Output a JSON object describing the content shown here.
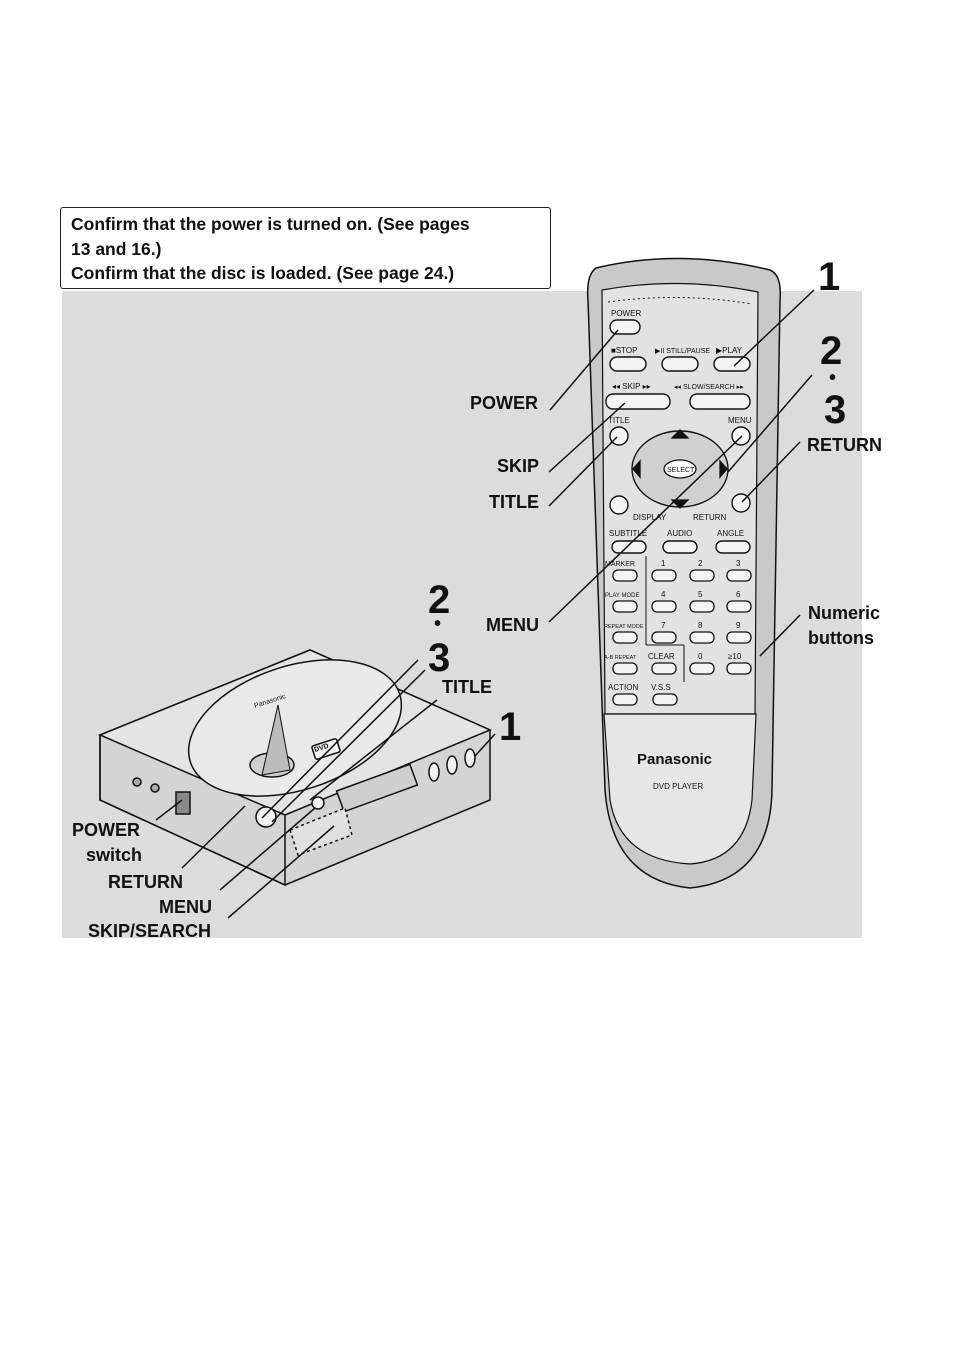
{
  "note": {
    "line1": "Confirm that the power is turned on. (See pages",
    "line2": "13 and 16.)",
    "line3": "Confirm that the disc is loaded. (See page 24.)"
  },
  "remote_labels": {
    "power": "POWER",
    "skip": "SKIP",
    "title": "TITLE",
    "menu": "MENU",
    "return": "RETURN",
    "numeric1": "Numeric",
    "numeric2": "buttons"
  },
  "player_labels": {
    "power1": "POWER",
    "power2": "switch",
    "return": "RETURN",
    "menu": "MENU",
    "skip_search": "SKIP/SEARCH",
    "title": "TITLE"
  },
  "steps": {
    "one": "1",
    "two": "2",
    "three": "3",
    "dot": "•"
  },
  "remote_keys": {
    "power": "POWER",
    "stop": "■STOP",
    "still_pause": "▶II STILL/PAUSE",
    "play": "▶PLAY",
    "skip": "◂◂ SKIP ▸▸",
    "slow_search": "◂◂ SLOW/SEARCH ▸▸",
    "title": "TITLE",
    "menu": "MENU",
    "select": "SELECT",
    "display": "DISPLAY",
    "return": "RETURN",
    "subtitle": "SUBTITLE",
    "audio": "AUDIO",
    "angle": "ANGLE",
    "marker": "MARKER",
    "play_mode": "PLAY MODE",
    "repeat_mode": "REPEAT MODE",
    "ab_repeat": "A-B REPEAT",
    "clear": "CLEAR",
    "action": "ACTION",
    "vss": "V.S.S",
    "digits": [
      "1",
      "2",
      "3",
      "4",
      "5",
      "6",
      "7",
      "8",
      "9",
      "0",
      "≥10"
    ],
    "brand": "Panasonic",
    "model": "DVD PLAYER"
  },
  "player": {
    "brand": "Panasonic",
    "dvd_logo": "DVD"
  },
  "colors": {
    "panel": "#dcdcdc",
    "ink": "#111111",
    "remote_body": "#c9c9c9",
    "remote_face": "#e2e2e2"
  }
}
